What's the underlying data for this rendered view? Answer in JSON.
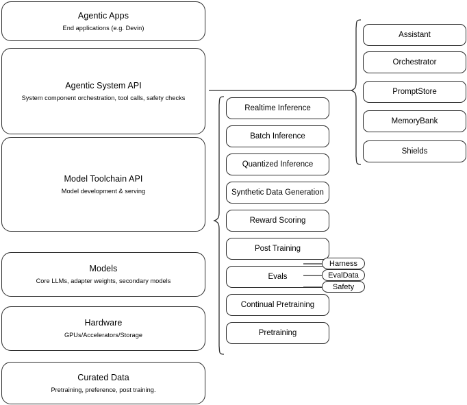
{
  "diagram": {
    "title": "Agentic stack layered architecture diagram",
    "stroke_color": "#2b2b2b",
    "background_color": "#ffffff"
  },
  "layers": [
    {
      "title": "Agentic Apps",
      "subtitle": "End applications (e.g. Devin)"
    },
    {
      "title": "Agentic System API",
      "subtitle": "System component orchestration, tool calls, safety checks"
    },
    {
      "title": "Model Toolchain API",
      "subtitle": "Model development & serving"
    },
    {
      "title": "Models",
      "subtitle": "Core LLMs, adapter weights, secondary models"
    },
    {
      "title": "Hardware",
      "subtitle": "GPUs/Accelerators/Storage"
    },
    {
      "title": "Curated Data",
      "subtitle": "Pretraining, preference, post training."
    }
  ],
  "toolchain_components": [
    {
      "label": "Realtime Inference"
    },
    {
      "label": "Batch Inference"
    },
    {
      "label": "Quantized Inference"
    },
    {
      "label": "Synthetic Data Generation"
    },
    {
      "label": "Reward Scoring"
    },
    {
      "label": "Post Training"
    },
    {
      "label": "Evals"
    },
    {
      "label": "Continual Pretraining"
    },
    {
      "label": "Pretraining"
    }
  ],
  "system_components": [
    {
      "label": "Assistant"
    },
    {
      "label": "Orchestrator"
    },
    {
      "label": "PromptStore"
    },
    {
      "label": "MemoryBank"
    },
    {
      "label": "Shields"
    }
  ],
  "eval_subcomponents": [
    {
      "label": "Harness"
    },
    {
      "label": "EvalData"
    },
    {
      "label": "Safety"
    }
  ]
}
